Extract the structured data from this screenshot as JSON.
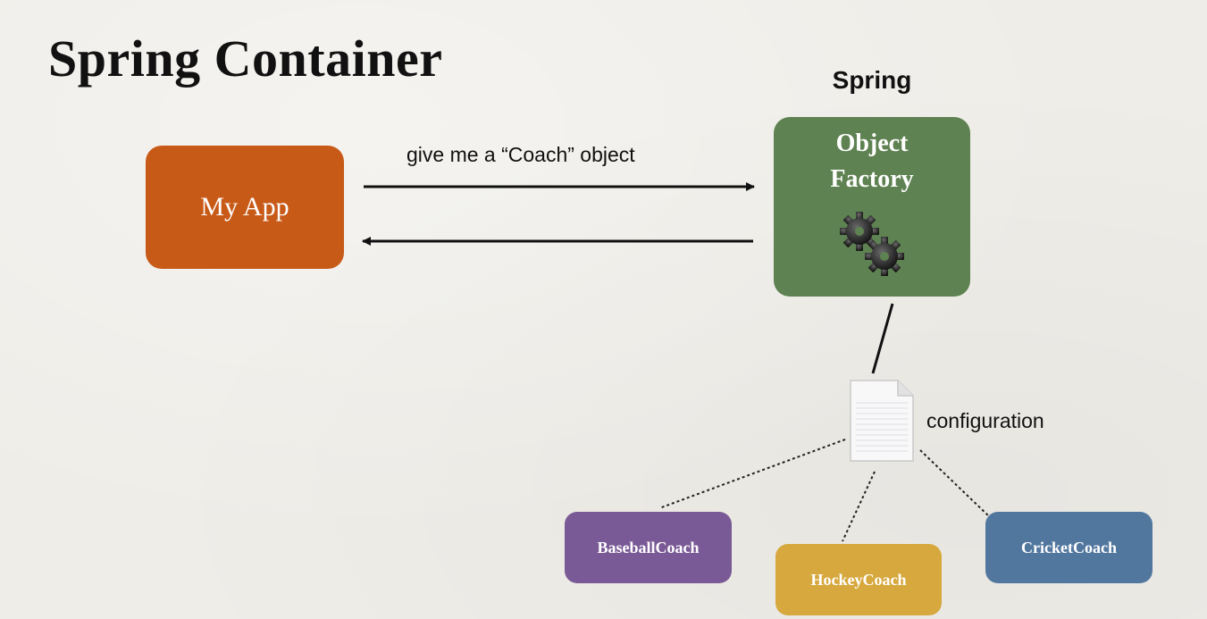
{
  "title": "Spring Container",
  "spring_label": "Spring",
  "my_app": {
    "label": "My App"
  },
  "request": {
    "label": "give me a “Coach” object"
  },
  "object_factory": {
    "line1": "Object",
    "line2": "Factory"
  },
  "configuration": {
    "label": "configuration"
  },
  "coaches": [
    {
      "label": "BaseballCoach"
    },
    {
      "label": "HockeyCoach"
    },
    {
      "label": "CricketCoach"
    }
  ],
  "colors": {
    "my_app": "#c85a18",
    "object_factory": "#5f8252",
    "baseball": "#7a5a96",
    "hockey": "#d6a83e",
    "cricket": "#52779f"
  },
  "icons": [
    "gears-icon",
    "document-icon"
  ]
}
